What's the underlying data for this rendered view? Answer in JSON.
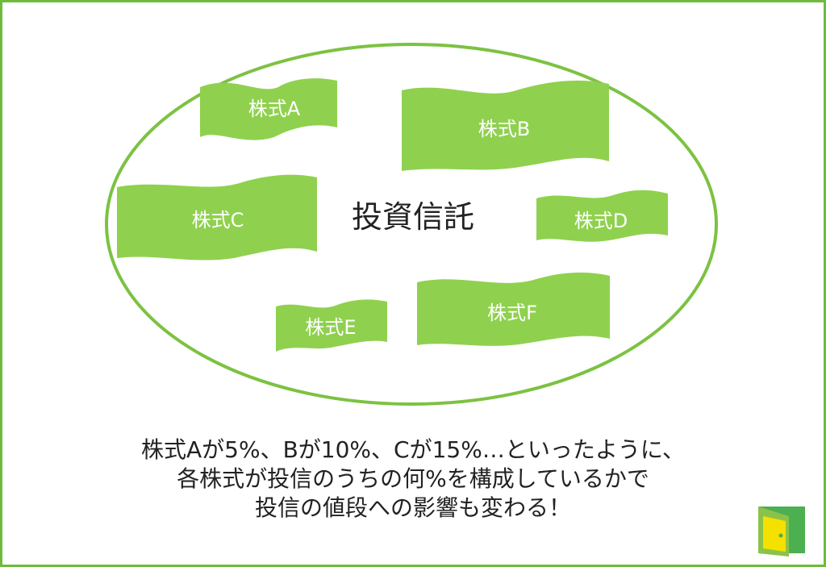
{
  "colors": {
    "frame": "#6dbb3c",
    "ellipse": "#7cc242",
    "flag_fill": "#8fd14f",
    "flag_text": "#ffffff",
    "center_text": "#222222",
    "caption_text": "#222222",
    "logo_green_light": "#8bc34a",
    "logo_green_dark": "#4caf50",
    "logo_yellow": "#f5e100"
  },
  "center_label": "投資信託",
  "stocks": [
    {
      "id": "a",
      "label": "株式A"
    },
    {
      "id": "b",
      "label": "株式B"
    },
    {
      "id": "c",
      "label": "株式C"
    },
    {
      "id": "d",
      "label": "株式D"
    },
    {
      "id": "e",
      "label": "株式E"
    },
    {
      "id": "f",
      "label": "株式F"
    }
  ],
  "caption": {
    "line1": "株式Aが5%、Bが10%、Cが15%…といったように、",
    "line2": "各株式が投信のうちの何%を構成しているかで",
    "line3": "投信の値段への影響も変わる！"
  },
  "logo_icon": "door-logo-icon"
}
